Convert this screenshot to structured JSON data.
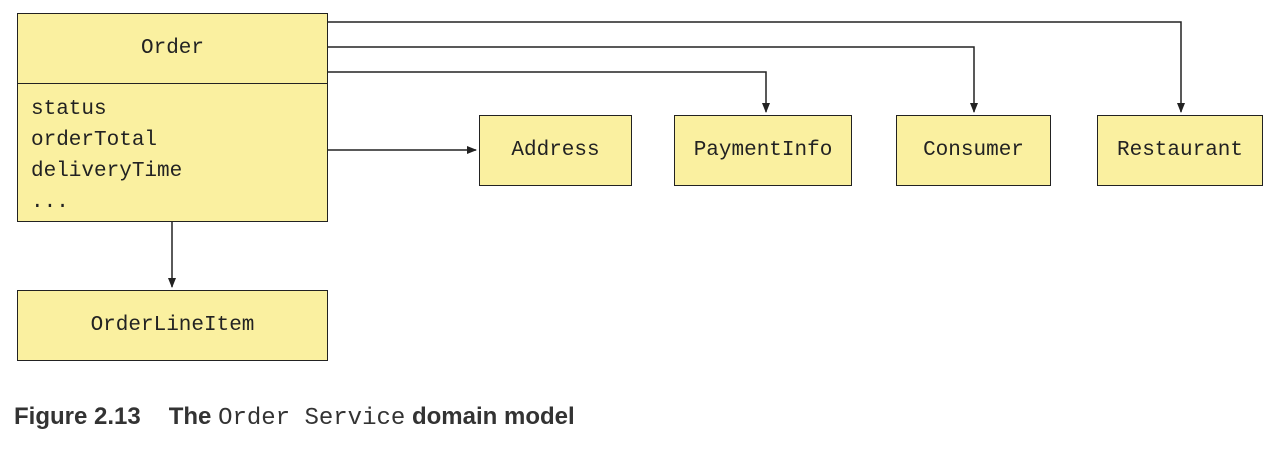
{
  "diagram": {
    "order": {
      "title": "Order",
      "fields": [
        "status",
        "orderTotal",
        "deliveryTime",
        "..."
      ]
    },
    "order_line_item": "OrderLineItem",
    "address": "Address",
    "payment_info": "PaymentInfo",
    "consumer": "Consumer",
    "restaurant": "Restaurant",
    "colors": {
      "box_fill": "#faf0a0",
      "stroke": "#222222"
    }
  },
  "caption": {
    "label": "Figure 2.13",
    "the": "The",
    "code": "Order Service",
    "rest": "domain model"
  }
}
